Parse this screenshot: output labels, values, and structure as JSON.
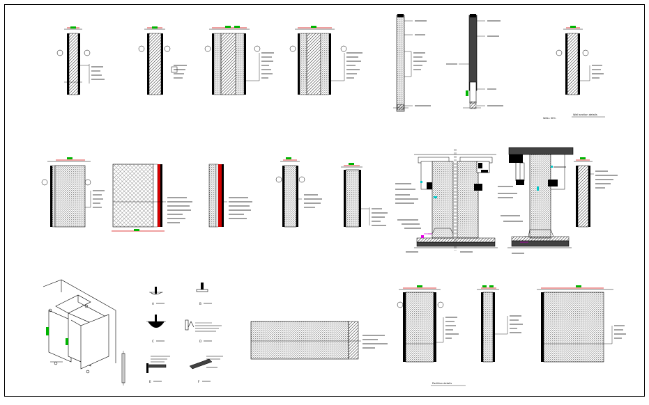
{
  "drawing": {
    "border_color": "#000000",
    "line_color": "#000000",
    "dimension_color": "#d40000",
    "dimension_text_color": "#00b400",
    "accent_magenta": "#e000e0",
    "accent_cyan": "#00c8c8",
    "hatch_fill": "#9a9a9a"
  },
  "captions": {
    "wall_legend_code": "WALL SEC.",
    "wall_legend_title": "Wall section details",
    "partition_caption": "Partition details",
    "fix_a": "A",
    "fix_b": "B",
    "fix_c": "C",
    "fix_d": "D",
    "fix_e": "E",
    "fix_f": "F"
  },
  "icons": [
    "breakline-icon",
    "section-marker-icon",
    "dimension-arrow-icon",
    "level-marker-icon"
  ]
}
